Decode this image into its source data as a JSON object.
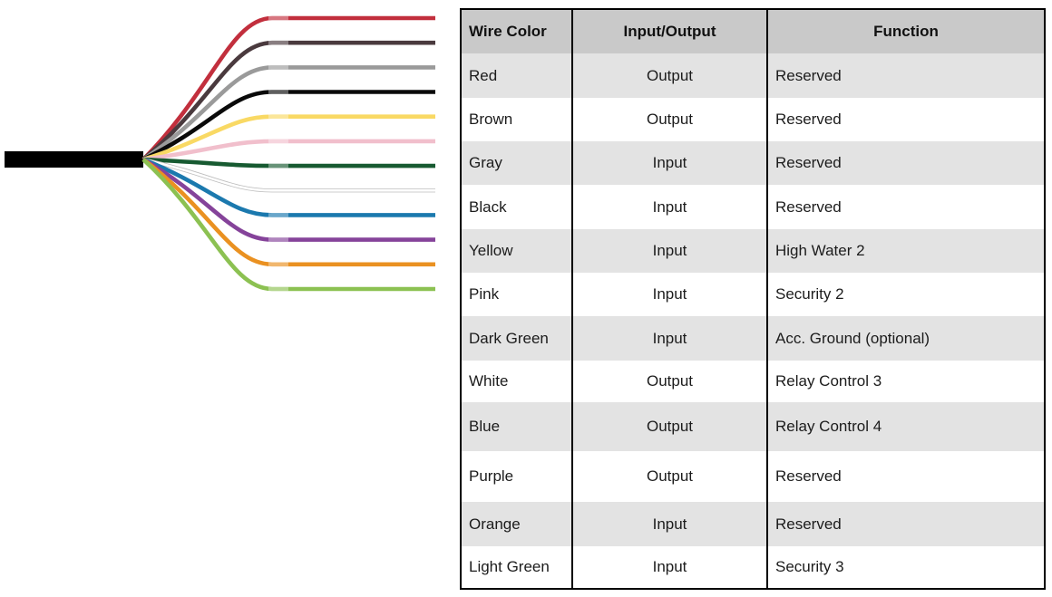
{
  "diagram": {
    "cable": {
      "name": "main-cable",
      "color": "#000000"
    },
    "joint_highlight_color": "#ffffff",
    "wires": [
      {
        "label": "Red",
        "color": "#c22f3d"
      },
      {
        "label": "Brown",
        "color": "#4a3a3e"
      },
      {
        "label": "Gray",
        "color": "#9a9a9a"
      },
      {
        "label": "Black",
        "color": "#0a0a0a"
      },
      {
        "label": "Yellow",
        "color": "#f9d964"
      },
      {
        "label": "Pink",
        "color": "#f1bfcc"
      },
      {
        "label": "Dark Green",
        "color": "#175a31"
      },
      {
        "label": "White",
        "color": "#ffffff",
        "outline": "#bdbdbd"
      },
      {
        "label": "Blue",
        "color": "#1b79ae"
      },
      {
        "label": "Purple",
        "color": "#85439a"
      },
      {
        "label": "Orange",
        "color": "#ea9121"
      },
      {
        "label": "Light Green",
        "color": "#8cc152"
      }
    ]
  },
  "table": {
    "headers": [
      "Wire Color",
      "Input/Output",
      "Function"
    ],
    "header_bg": "#c9c9c9",
    "shaded_row_bg": "#e3e3e3",
    "border_color": "#000000",
    "rows": [
      {
        "wire_color": "Red",
        "io": "Output",
        "function": "Reserved"
      },
      {
        "wire_color": "Brown",
        "io": "Output",
        "function": "Reserved"
      },
      {
        "wire_color": "Gray",
        "io": "Input",
        "function": "Reserved"
      },
      {
        "wire_color": "Black",
        "io": "Input",
        "function": "Reserved"
      },
      {
        "wire_color": "Yellow",
        "io": "Input",
        "function": "High Water 2"
      },
      {
        "wire_color": "Pink",
        "io": "Input",
        "function": "Security 2"
      },
      {
        "wire_color": "Dark Green",
        "io": "Input",
        "function": "Acc. Ground (optional)"
      },
      {
        "wire_color": "White",
        "io": "Output",
        "function": "Relay Control 3"
      },
      {
        "wire_color": "Blue",
        "io": "Output",
        "function": "Relay Control 4"
      },
      {
        "wire_color": "Purple",
        "io": "Output",
        "function": "Reserved"
      },
      {
        "wire_color": "Orange",
        "io": "Input",
        "function": "Reserved"
      },
      {
        "wire_color": "Light Green",
        "io": "Input",
        "function": "Security 3"
      }
    ]
  }
}
